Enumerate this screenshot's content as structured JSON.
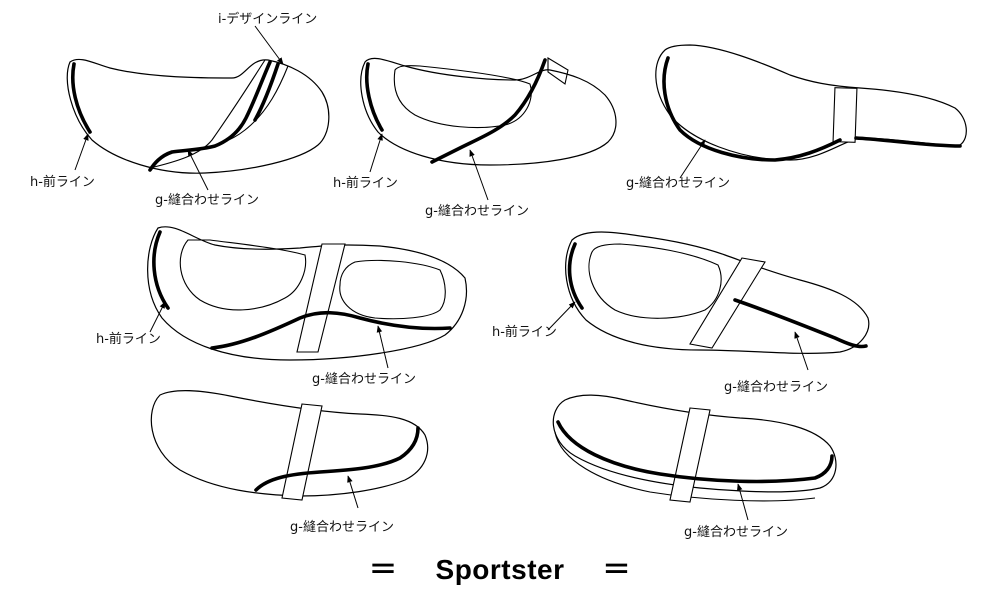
{
  "labels": {
    "i_design_line": "i-デザインライン",
    "h_front_line": "h-前ライン",
    "g_seam_line": "g-縫合わせライン"
  },
  "title": {
    "left_mark": "＝",
    "text": "Sportster",
    "right_mark": "＝"
  },
  "seats": [
    {
      "id": "seat-1",
      "lines": [
        "i-デザインライン",
        "h-前ライン",
        "g-縫合わせライン"
      ]
    },
    {
      "id": "seat-2",
      "lines": [
        "h-前ライン",
        "g-縫合わせライン"
      ]
    },
    {
      "id": "seat-3",
      "lines": [
        "g-縫合わせライン"
      ]
    },
    {
      "id": "seat-4",
      "lines": [
        "h-前ライン",
        "g-縫合わせライン"
      ]
    },
    {
      "id": "seat-5",
      "lines": [
        "h-前ライン",
        "g-縫合わせライン"
      ]
    },
    {
      "id": "seat-6",
      "lines": [
        "g-縫合わせライン"
      ]
    },
    {
      "id": "seat-7",
      "lines": [
        "g-縫合わせライン"
      ]
    }
  ]
}
